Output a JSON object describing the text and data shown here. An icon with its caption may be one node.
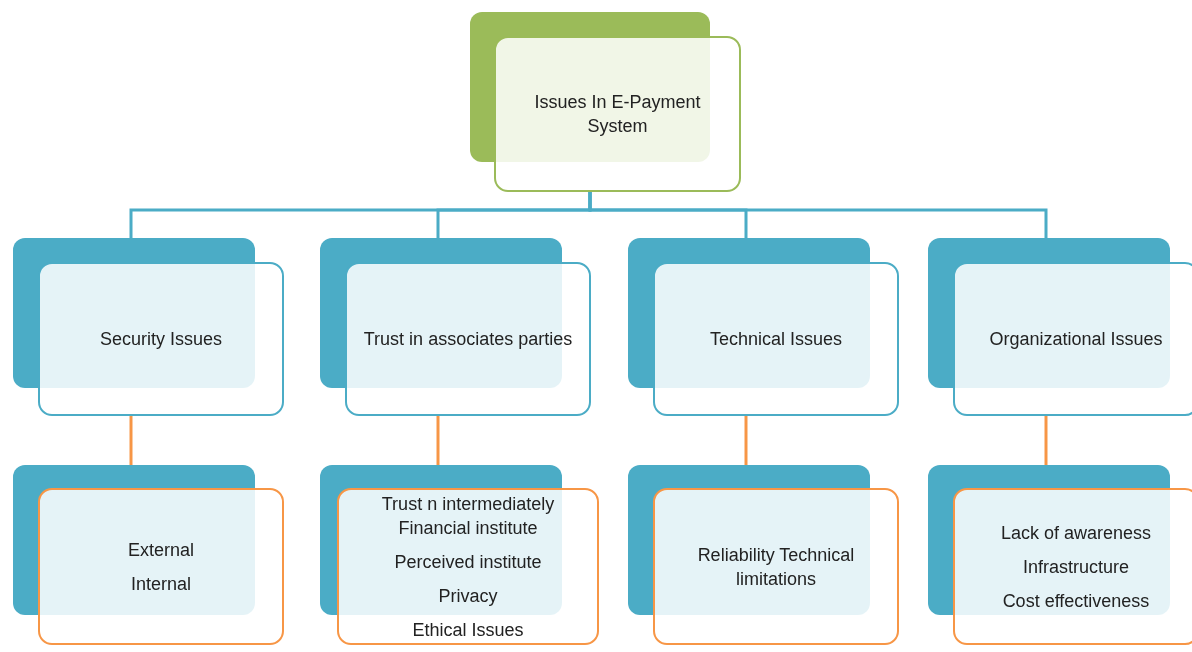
{
  "diagram": {
    "nodes": [
      {
        "text": [
          "Issues In E-Payment System"
        ]
      },
      {
        "text": [
          "Security Issues"
        ]
      },
      {
        "text": [
          "Trust in associates parties"
        ]
      },
      {
        "text": [
          "Technical Issues"
        ]
      },
      {
        "text": [
          "Organizational Issues"
        ]
      },
      {
        "text": [
          "External",
          "Internal"
        ]
      },
      {
        "text": [
          "Trust n intermediately Financial institute",
          "Perceived institute",
          "Privacy",
          "Ethical Issues"
        ]
      },
      {
        "text": [
          "Reliability Technical limitations"
        ]
      },
      {
        "text": [
          "Lack of awareness",
          "Infrastructure",
          "Cost effectiveness"
        ]
      }
    ],
    "edges": [
      {
        "from": 0,
        "to": 1,
        "arrow": "none",
        "color": "#4bacc6"
      },
      {
        "from": 0,
        "to": 2,
        "arrow": "none",
        "color": "#4bacc6"
      },
      {
        "from": 0,
        "to": 3,
        "arrow": "none",
        "color": "#4bacc6"
      },
      {
        "from": 0,
        "to": 4,
        "arrow": "none",
        "color": "#4bacc6"
      },
      {
        "from": 1,
        "to": 5,
        "arrow": "none",
        "color": "#f79646"
      },
      {
        "from": 2,
        "to": 6,
        "arrow": "none",
        "color": "#f79646"
      },
      {
        "from": 3,
        "to": 7,
        "arrow": "none",
        "color": "#f79646"
      },
      {
        "from": 4,
        "to": 8,
        "arrow": "none",
        "color": "#f79646"
      }
    ]
  }
}
